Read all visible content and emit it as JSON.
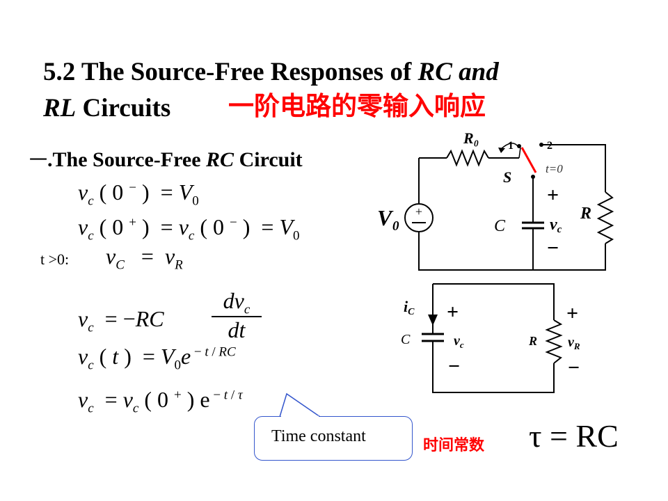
{
  "title": {
    "line1_prefix": "5.2 The Source-Free Responses of ",
    "line1_rc": "RC",
    "line1_and": " and",
    "line2_rl": "RL",
    "line2_rest": " Circuits",
    "chinese": "一阶电路的零输入响应"
  },
  "section": {
    "marker": "一",
    "prefix": ".The Source-Free ",
    "rc": "RC",
    "suffix": " Circuit"
  },
  "condition": "t >0:",
  "callout": "Time constant",
  "time_constant_cn": "时间常数",
  "tau_eq": "τ = RC",
  "circuit1": {
    "r0": "R₀",
    "node1": "1",
    "node2": "2",
    "switch": "S",
    "time": "t=0",
    "source": "V₀",
    "cap": "C",
    "vc": "v",
    "vc_sub": "c",
    "res": "R",
    "plus": "+",
    "minus": "−"
  },
  "circuit2": {
    "ic": "i",
    "ic_sub": "C",
    "cap": "C",
    "vc": "v",
    "vc_sub": "c",
    "res": "R",
    "vr": "v",
    "vr_sub": "R",
    "plus": "+",
    "minus": "−"
  },
  "colors": {
    "accent_red": "#ff0000",
    "callout_border": "#3355cc"
  }
}
